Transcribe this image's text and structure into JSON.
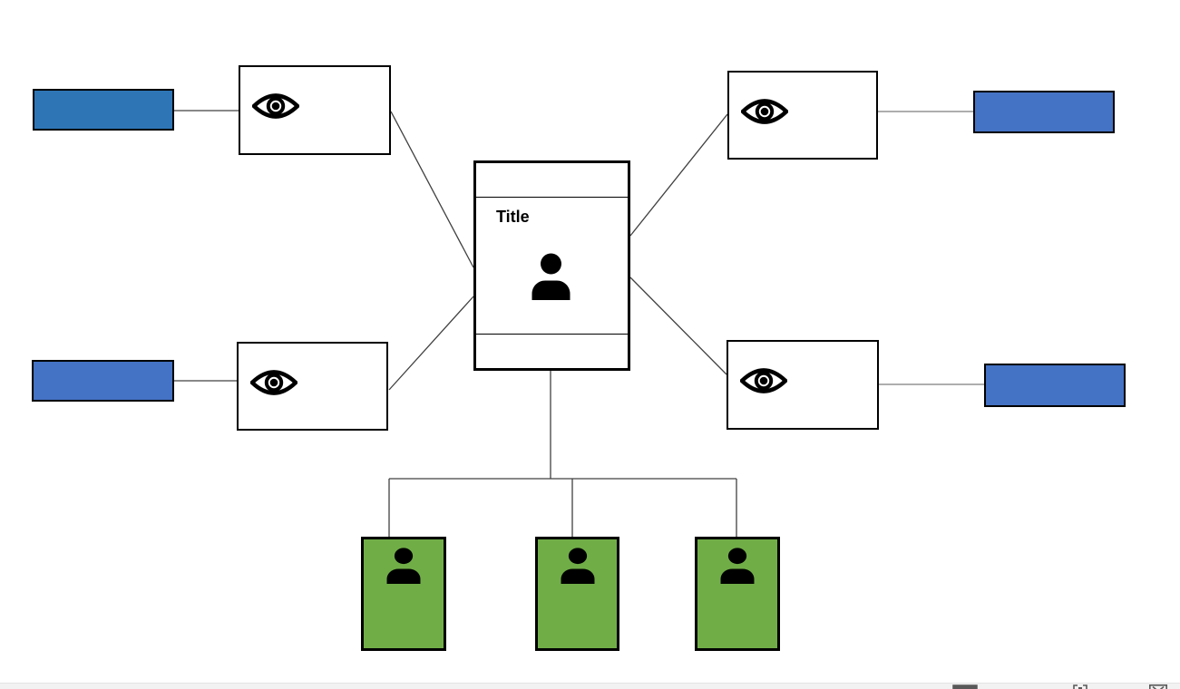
{
  "colors": {
    "background": "#ffffff",
    "blue_dark": "#2E75B6",
    "blue": "#4472C4",
    "green": "#70AD47",
    "shape_border": "#000000",
    "icon": "#000000",
    "connector": "#404040",
    "connector_light": "#7d7d7d",
    "statusbar_bg": "#f2f2f2",
    "statusbar_icon": "#595959"
  },
  "center_node": {
    "title": "Title",
    "icon": "person-icon"
  },
  "observer_nodes": [
    {
      "position": "top-left",
      "icon": "eye-icon"
    },
    {
      "position": "top-right",
      "icon": "eye-icon"
    },
    {
      "position": "bottom-left",
      "icon": "eye-icon"
    },
    {
      "position": "bottom-right",
      "icon": "eye-icon"
    }
  ],
  "label_shapes": [
    {
      "position": "top-left",
      "color": "#2E75B6"
    },
    {
      "position": "top-right",
      "color": "#4472C4"
    },
    {
      "position": "bottom-left",
      "color": "#4472C4"
    },
    {
      "position": "bottom-right",
      "color": "#4472C4"
    }
  ],
  "member_nodes": [
    {
      "icon": "person-icon"
    },
    {
      "icon": "person-icon"
    },
    {
      "icon": "person-icon"
    }
  ],
  "status_bar": {
    "icons": [
      "normal-view-icon",
      "slide-sorter-icon",
      "slide-show-icon"
    ]
  }
}
